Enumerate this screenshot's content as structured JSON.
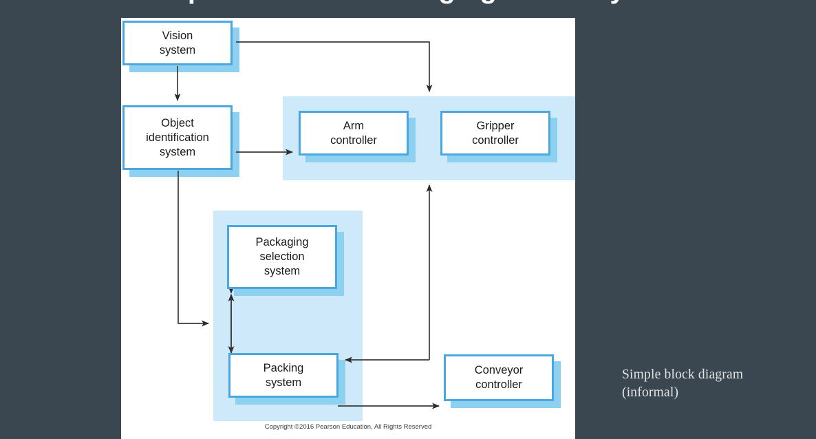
{
  "slide": {
    "title": "Components of a Packaging Robot System",
    "background_color": "#3b4750",
    "panel_background": "#ffffff"
  },
  "annotation": {
    "line1": "Simple block diagram",
    "line2": "(informal)",
    "color": "#dfe4e7"
  },
  "figure": {
    "copyright": "Copyright ©2016 Pearson Education, All Rights Reserved",
    "colors": {
      "node_border": "#4aa8e0",
      "node_fill": "#ffffff",
      "node_shadow": "#8ed0f0",
      "group_fill": "#cde9fa",
      "connector": "#333333",
      "text": "#1b1b1b"
    },
    "groups": [
      {
        "id": "controller-group",
        "label": ""
      },
      {
        "id": "packaging-group",
        "label": ""
      }
    ],
    "nodes": [
      {
        "id": "vision-system",
        "lines": [
          "Vision",
          "system"
        ]
      },
      {
        "id": "object-identification",
        "lines": [
          "Object",
          "identification",
          "system"
        ]
      },
      {
        "id": "arm-controller",
        "lines": [
          "Arm",
          "controller"
        ]
      },
      {
        "id": "gripper-controller",
        "lines": [
          "Gripper",
          "controller"
        ]
      },
      {
        "id": "packaging-selection",
        "lines": [
          "Packaging",
          "selection",
          "system"
        ]
      },
      {
        "id": "packing-system",
        "lines": [
          "Packing",
          "system"
        ]
      },
      {
        "id": "conveyor-controller",
        "lines": [
          "Conveyor",
          "controller"
        ]
      }
    ],
    "connections": [
      {
        "from": "vision-system",
        "to": "object-identification",
        "type": "single"
      },
      {
        "from": "vision-system",
        "to": "controller-group",
        "type": "single"
      },
      {
        "from": "object-identification",
        "to": "arm-controller",
        "type": "single"
      },
      {
        "from": "object-identification",
        "to": "packaging-group",
        "type": "single"
      },
      {
        "from": "packaging-selection",
        "to": "packing-system",
        "type": "double"
      },
      {
        "from": "packing-system",
        "to": "conveyor-controller",
        "type": "single"
      },
      {
        "from": "conveyor-feedback",
        "to": "packing-system",
        "type": "single"
      },
      {
        "from": "conveyor-feedback",
        "to": "controller-group",
        "type": "single"
      }
    ]
  }
}
